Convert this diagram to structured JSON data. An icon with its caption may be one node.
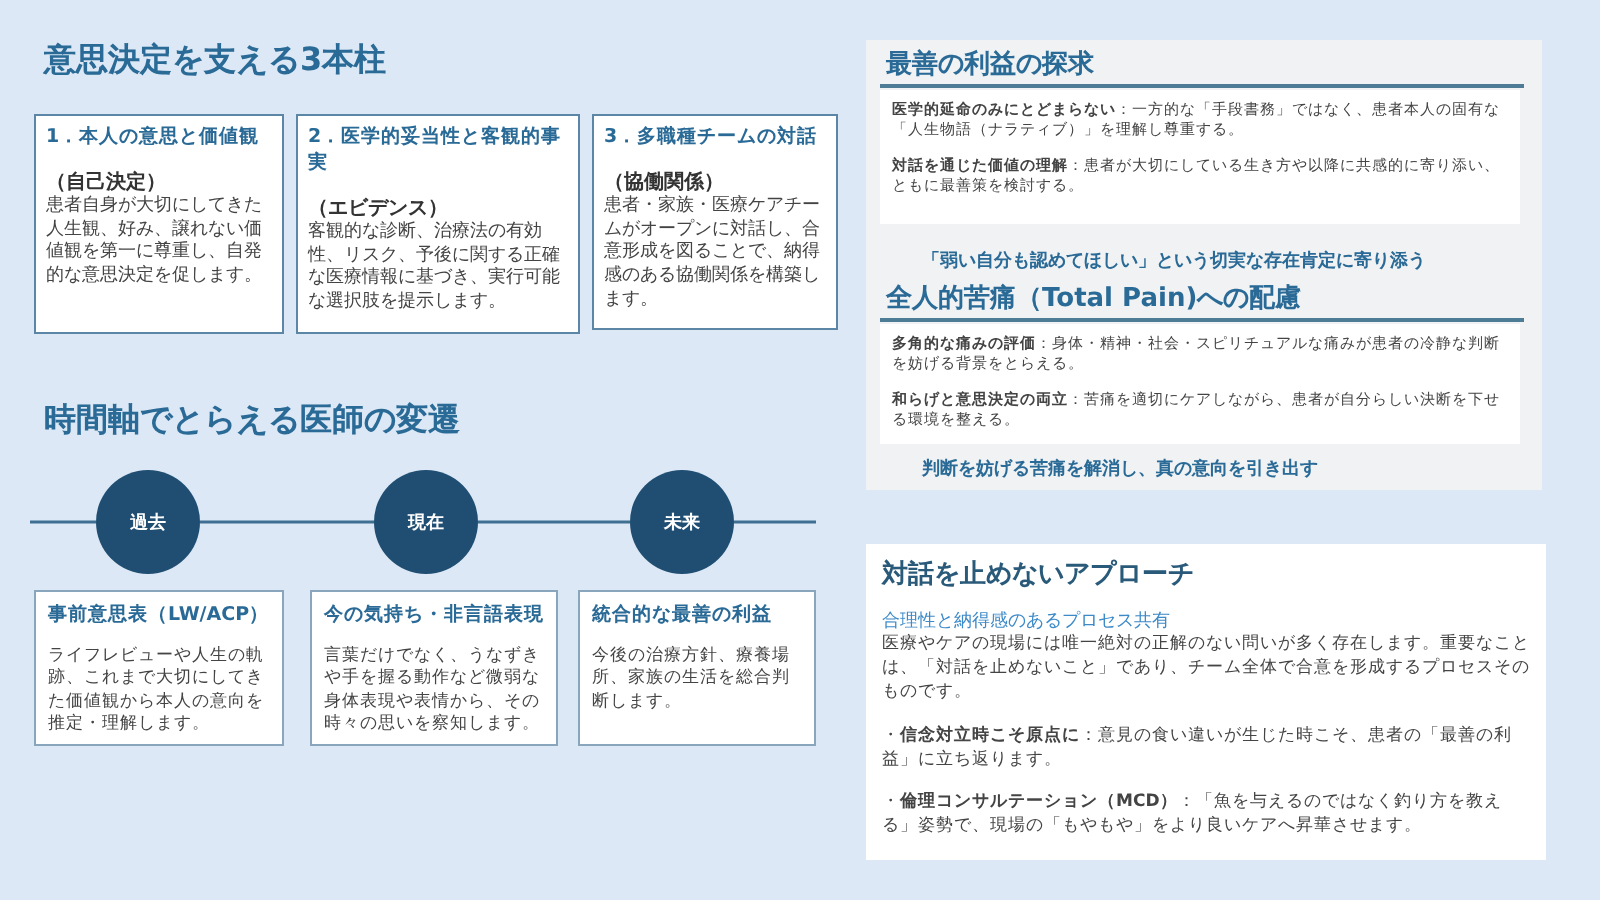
{
  "diagram": {
    "nodes": [
      {
        "text": [
          "1．本人の意思と価値観",
          "（自己決定）",
          "患者自身が大切にしてきた人生観、好み、譲れない価値観を第一に尊重し、自発的な意思決定を促します。"
        ]
      },
      {
        "text": [
          "2．医学的妥当性と客観的事実",
          "（エビデンス）",
          "客観的な診断、治療法の有効性、リスク、予後に関する正確な医療情報に基づき、実行可能な選択肢を提示します。"
        ]
      },
      {
        "text": [
          "3．多職種チームの対話",
          "（協働関係）",
          "患者・家族・医療ケアチームがオープンに対話し、合意形成を図ることで、納得感のある協働関係を構築します。"
        ]
      },
      {
        "text": [
          "過去"
        ]
      },
      {
        "text": [
          "現在"
        ]
      },
      {
        "text": [
          "未来"
        ]
      },
      {
        "text": [
          "事前意思表（LW/ACP）",
          "ライフレビューや人生の軌跡、これまで大切にしてきた価値観から本人の意向を推定・理解します。"
        ]
      },
      {
        "text": [
          "今の気持ち・非言語表現",
          "言葉だけでなく、うなずきや手を握る動作など微弱な身体表現や表情から、その時々の思いを察知します。"
        ]
      },
      {
        "text": [
          "統合的な最善の利益",
          "今後の治療方針、療養場所、家族の生活を総合判断します。"
        ]
      },
      {
        "text": [
          "最善の利益の探求",
          "「弱い自分も認めてほしい」という切実な存在肯定に寄り添う",
          "全人的苦痛（Total Pain)への配慮",
          "判断を妨げる苦痛を解消し、真の意向を引き出す"
        ]
      },
      {
        "text": [
          "**医学的延命のみにとどまらない**：一方的な「手段書務」ではなく、患者本人の固有な「人生物語（ナラティブ）」を理解し尊重する。",
          "**対話を通じた価値の理解**：患者が大切にしている生き方や以降に共感的に寄り添い、ともに最善策を検討する。"
        ],
        "in": 9
      },
      {
        "text": [
          "**多角的な痛みの評価**：身体・精神・社会・スピリチュアルな痛みが患者の冷静な判断を妨げる背景をとらえる。",
          "**和らげと意思決定の両立**：苦痛を適切にケアしながら、患者が自分らしい決断を下せる環境を整える。"
        ],
        "in": 9
      },
      {
        "text": [
          "対話を止めないアプローチ",
          "合理性と納得感のあるプロセス共有",
          "医療やケアの現場には唯一絶対の正解のない問いが多く存在します。重要なことは、「対話を止めないこと」であり、チーム全体で合意を形成するプロセスそのものです。",
          "・**信念対立時こそ原点に**：意見の食い違いが生じた時こそ、患者の「最善の利益」に立ち返ります。",
          "・**倫理コンサルテーション（MCD）**：「魚を与えるのではなく釣り方を教える」姿勢で、現場の「もやもや」をより良いケアへ昇華させます。"
        ]
      }
    ],
    "edges": [
      {
        "from": null,
        "to": 3,
        "arrow": "none"
      },
      {
        "from": 3,
        "to": 4,
        "arrow": "none"
      },
      {
        "from": 4,
        "to": 5,
        "arrow": "none"
      },
      {
        "from": 5,
        "to": null,
        "arrow": "none"
      }
    ],
    "labels": [
      "意思決定を支える3本柱",
      "時間軸でとらえる医師の変遷"
    ]
  }
}
